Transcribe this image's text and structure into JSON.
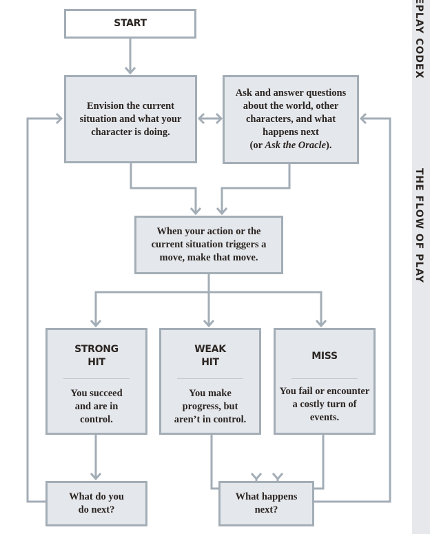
{
  "sidebar": {
    "codex_label": "EPLAY CODEX",
    "section_label": "THE FLOW OF PLAY"
  },
  "nodes": {
    "start": "START",
    "envision": "Envision the current situation and what your character is doing.",
    "ask_main": "Ask and answer questions about the world, other characters, and what happens next",
    "ask_paren_open": "(or ",
    "ask_oracle": "Ask the Oracle",
    "ask_paren_close": ").",
    "move": "When your action or the current situation triggers a move, make that move.",
    "strong_hit": {
      "title_line1": "STRONG",
      "title_line2": "HIT",
      "text": "You succeed and are in control."
    },
    "weak_hit": {
      "title_line1": "WEAK",
      "title_line2": "HIT",
      "text": "You make progress, but aren’t in control."
    },
    "miss": {
      "title": "MISS",
      "text": "You fail or encounter a costly turn of events."
    },
    "what_do": "What do you do next?",
    "what_happens": "What happens next?"
  },
  "colors": {
    "line": "#a3adb6",
    "box_fill": "#e4e7eb",
    "text": "#2b2522",
    "sidebar": "#e6e8eb"
  }
}
